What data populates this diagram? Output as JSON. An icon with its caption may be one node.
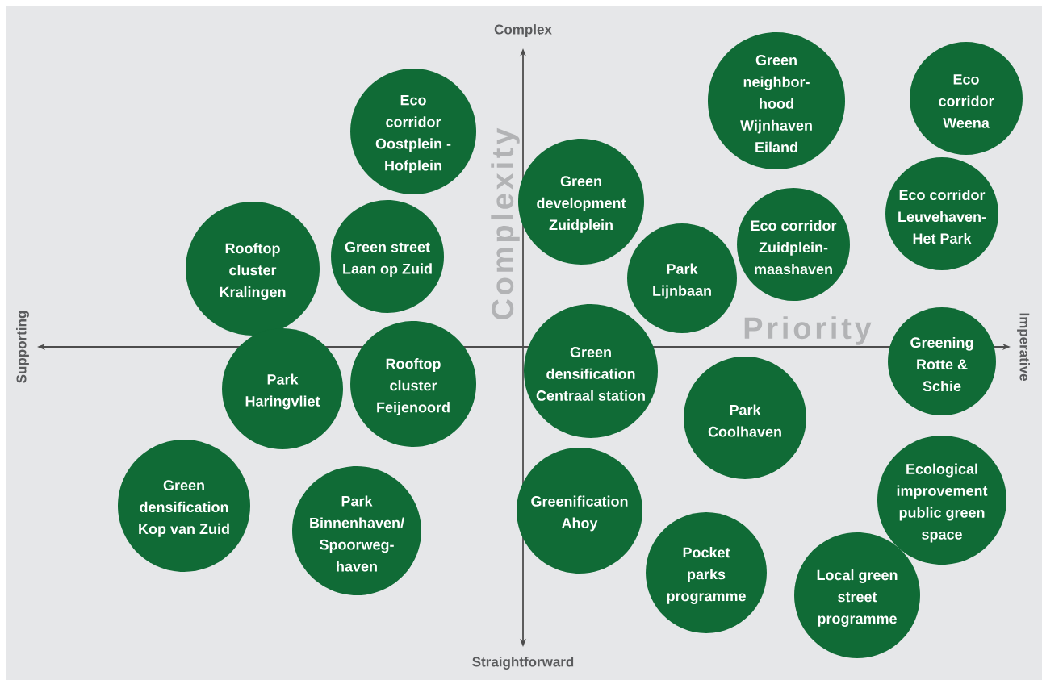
{
  "diagram": {
    "nodes": [
      {
        "text": [
          "Eco corridor Oostplein - Hofplein"
        ]
      },
      {
        "text": [
          "Green neighbor-hood Wijnhaven Eiland"
        ]
      },
      {
        "text": [
          "Eco corridor Weena"
        ]
      },
      {
        "text": [
          "Green development Zuidplein"
        ]
      },
      {
        "text": [
          "Rooftop cluster Kralingen"
        ]
      },
      {
        "text": [
          "Green street Laan op Zuid"
        ]
      },
      {
        "text": [
          "Park Lijnbaan"
        ]
      },
      {
        "text": [
          "Eco corridor Zuidplein-maashaven"
        ]
      },
      {
        "text": [
          "Eco corridor Leuvehaven-Het Park"
        ]
      },
      {
        "text": [
          "Green densification Centraal station"
        ]
      },
      {
        "text": [
          "Rooftop cluster Feijenoord"
        ]
      },
      {
        "text": [
          "Park Haringvliet"
        ]
      },
      {
        "text": [
          "Greening Rotte & Schie"
        ]
      },
      {
        "text": [
          "Park Coolhaven"
        ]
      },
      {
        "text": [
          "Green densification Kop van Zuid"
        ]
      },
      {
        "text": [
          "Park Binnenhaven/ Spoorweg-haven"
        ]
      },
      {
        "text": [
          "Greenification Ahoy"
        ]
      },
      {
        "text": [
          "Pocket parks programme"
        ]
      },
      {
        "text": [
          "Ecological improvement public green space"
        ]
      },
      {
        "text": [
          "Local green street programme"
        ]
      }
    ],
    "labels": [
      "Complex",
      "Complexity",
      "Supporting",
      "Priority",
      "Imperative",
      "Straightforward"
    ]
  }
}
